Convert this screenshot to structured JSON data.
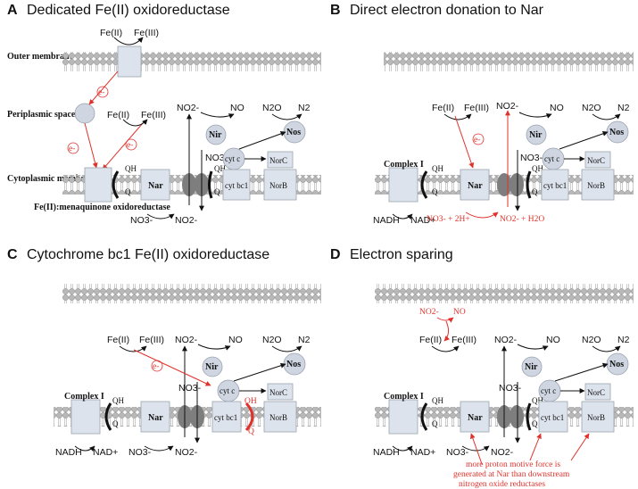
{
  "panels": [
    {
      "id": "A",
      "letter": "A",
      "title": "Dedicated Fe(II) oxidoreductase",
      "layers": {
        "outer": "Outer membrane",
        "peri": "Periplasmic space",
        "cyto": "Cytoplasmic membrane"
      },
      "fe2": "Fe(II)",
      "fe3": "Fe(III)",
      "enzyme_label": "Fe(II):menaquinone oxidoreductase",
      "electron": "e-"
    },
    {
      "id": "B",
      "letter": "B",
      "title": "Direct electron donation to Nar",
      "fe2": "Fe(II)",
      "fe3": "Fe(III)",
      "electron": "e-",
      "nar_reaction": "NO3- + 2H+",
      "nar_product": "NO2- + H2O"
    },
    {
      "id": "C",
      "letter": "C",
      "title": "Cytochrome bc1 Fe(II) oxidoreductase",
      "fe2": "Fe(II)",
      "fe3": "Fe(III)",
      "electron": "e-"
    },
    {
      "id": "D",
      "letter": "D",
      "title": "Electron sparing",
      "fe2": "Fe(II)",
      "fe3": "Fe(III)",
      "no2": "NO2-",
      "no": "NO",
      "note": [
        "more proton motive force is",
        "generated at Nar than downstream",
        "nitrogen oxide reductases"
      ]
    }
  ],
  "labels": {
    "complex1": "Complex I",
    "nar": "Nar",
    "nir": "Nir",
    "nos": "Nos",
    "norc": "NorC",
    "norb": "NorB",
    "cytc": "cyt c",
    "cytbc1": "cyt bc1",
    "qh": "QH",
    "q": "Q",
    "nadh": "NADH",
    "nad": "NAD+",
    "no3": "NO3-",
    "no2": "NO2-",
    "no": "NO",
    "n2o": "N2O",
    "n2": "N2",
    "oh": "OH"
  },
  "colors": {
    "accent": "#e0322b",
    "protein": "#dde3ec",
    "membrane": "#a8a8a8"
  }
}
